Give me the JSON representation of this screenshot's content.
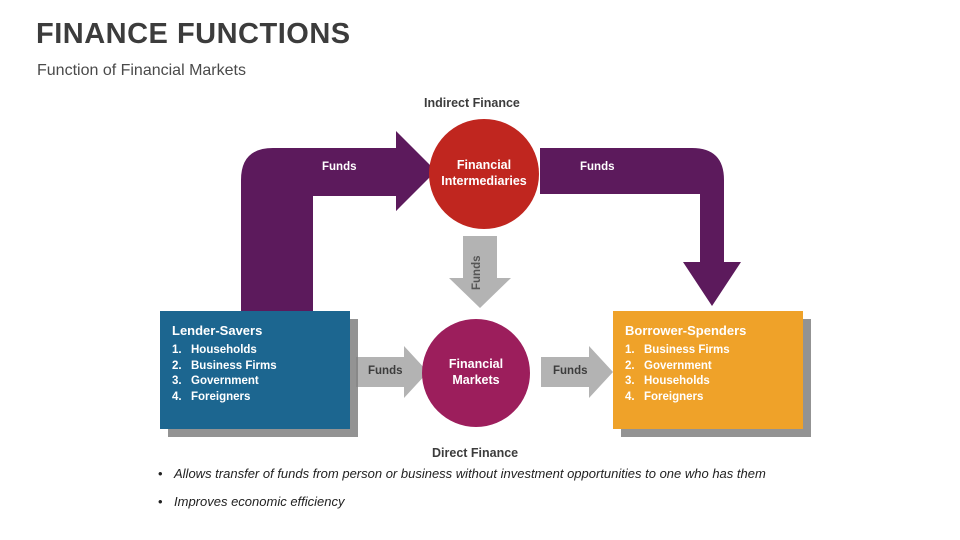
{
  "header": {
    "title": "FINANCE FUNCTIONS",
    "subtitle": "Function of Financial Markets"
  },
  "labels": {
    "indirect_finance": "Indirect Finance",
    "direct_finance": "Direct Finance"
  },
  "nodes": {
    "intermediaries": {
      "line1": "Financial",
      "line2": "Intermediaries",
      "color": "#c0261f"
    },
    "markets": {
      "line1": "Financial",
      "line2": "Markets",
      "color": "#9c1e5c"
    },
    "lender": {
      "title": "Lender-Savers",
      "color": "#1c6690",
      "items": [
        {
          "num": "1.",
          "label": "Households"
        },
        {
          "num": "2.",
          "label": "Business Firms"
        },
        {
          "num": "3.",
          "label": "Government"
        },
        {
          "num": "4.",
          "label": "Foreigners"
        }
      ]
    },
    "borrower": {
      "title": "Borrower-Spenders",
      "color": "#efa229",
      "items": [
        {
          "num": "1.",
          "label": "Business Firms"
        },
        {
          "num": "2.",
          "label": "Government"
        },
        {
          "num": "3.",
          "label": "Households"
        },
        {
          "num": "4.",
          "label": "Foreigners"
        }
      ]
    }
  },
  "arrows": {
    "purple_color": "#5c1a5c",
    "gray_color": "#b3b3b3",
    "funds_top_left": "Funds",
    "funds_top_right": "Funds",
    "funds_middle_vertical": "Funds",
    "funds_bottom_left": "Funds",
    "funds_bottom_right": "Funds"
  },
  "bullets": [
    {
      "dot": "•",
      "text": "Allows transfer of funds from person or business without investment opportunities to one who has them"
    },
    {
      "dot": "•",
      "text": "Improves economic efficiency"
    }
  ]
}
